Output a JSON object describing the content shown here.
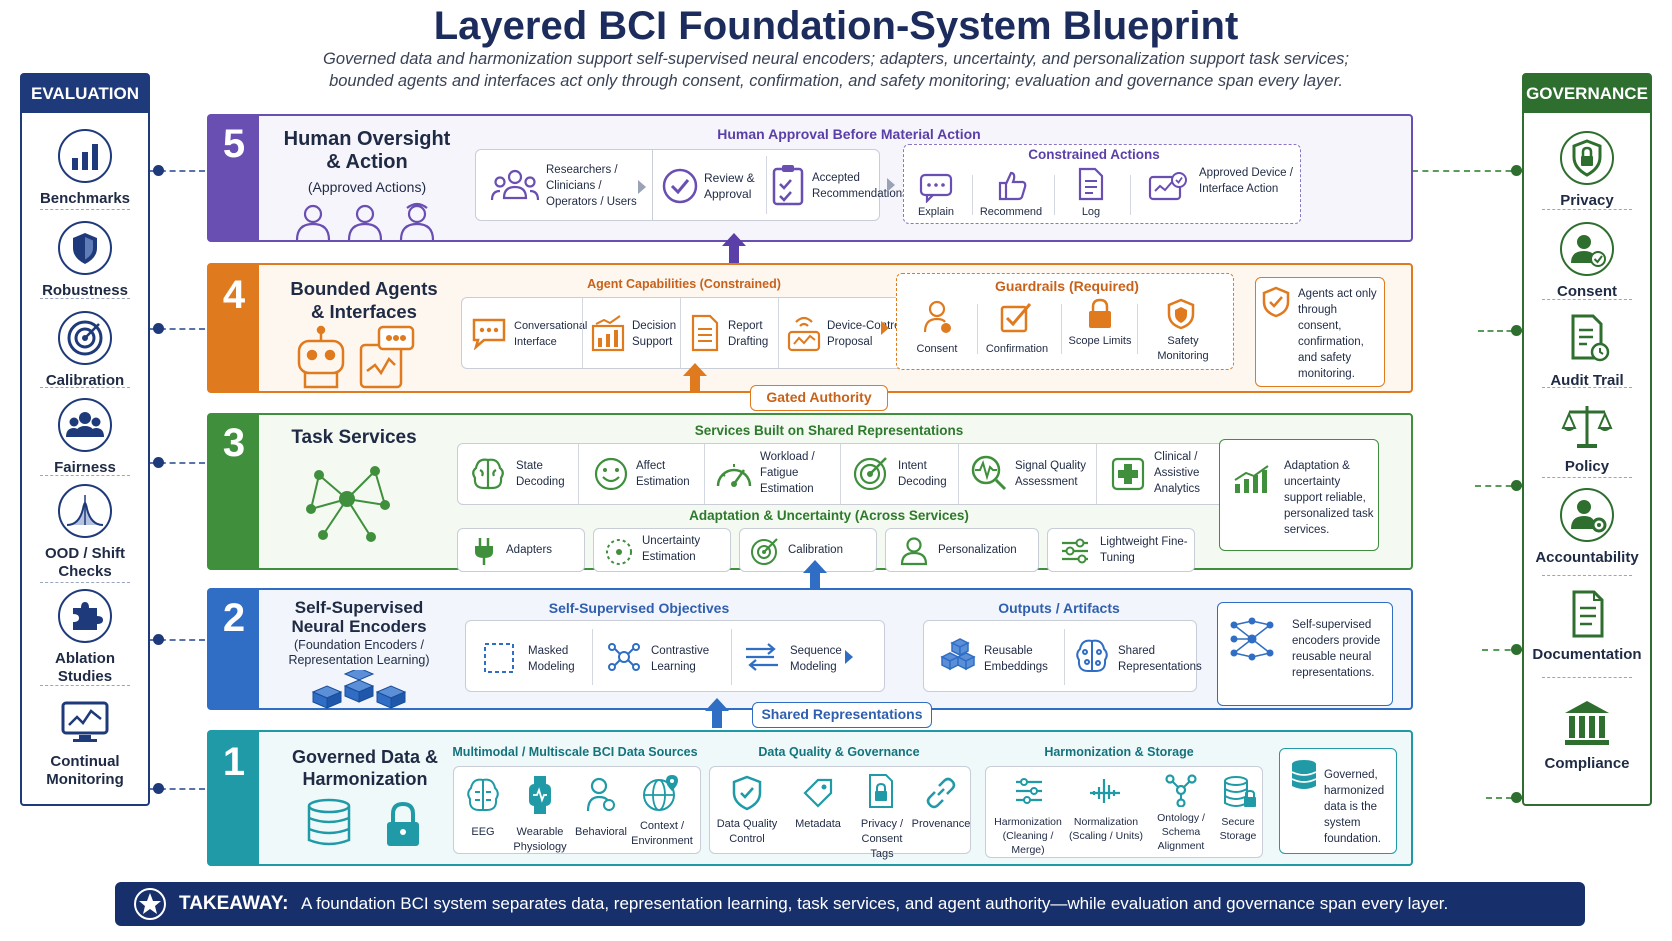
{
  "title": "Layered BCI Foundation-System Blueprint",
  "subtitle_line1": "Governed data and harmonization support self-supervised neural encoders; adapters, uncertainty, and personalization support task services;",
  "subtitle_line2": "bounded agents and interfaces act only through consent, confirmation, and safety monitoring; evaluation and governance span every layer.",
  "colors": {
    "navy": "#1f3a7a",
    "l5": "#6a4fb3",
    "l4": "#e07a1f",
    "l3": "#3f8f3c",
    "l2": "#2f6ec4",
    "l1": "#1f9aa6",
    "gov": "#2e6e2e"
  },
  "evaluation": {
    "header": "EVALUATION",
    "items": [
      "Benchmarks",
      "Robustness",
      "Calibration",
      "Fairness",
      "OOD / Shift Checks",
      "Ablation Studies",
      "Continual Monitoring"
    ]
  },
  "governance": {
    "header": "GOVERNANCE",
    "items": [
      "Privacy",
      "Consent",
      "Audit Trail",
      "Policy",
      "Accountability",
      "Documentation",
      "Compliance"
    ]
  },
  "layer5": {
    "num": "5",
    "title_a": "Human Oversight",
    "title_b": "& Action",
    "subtitle": "(Approved Actions)",
    "section": "Human Approval Before Material Action",
    "users": "Researchers / Clinicians / Operators / Users",
    "review": "Review & Approval",
    "accepted": "Accepted Recommendations",
    "constrained": "Constrained Actions",
    "actions": [
      "Explain",
      "Recommend",
      "Log"
    ],
    "approved": "Approved Device / Interface Action"
  },
  "layer4": {
    "num": "4",
    "title_a": "Bounded Agents",
    "title_b": "& Interfaces",
    "capabilities": "Agent Capabilities (Constrained)",
    "caps": [
      "Conversational Interface",
      "Decision Support",
      "Report Drafting",
      "Device-Control Proposal"
    ],
    "guardrails": "Guardrails (Required)",
    "guards": [
      "Consent",
      "Confirmation",
      "Scope Limits",
      "Safety Monitoring"
    ],
    "note": "Agents act only through consent, confirmation, and safety monitoring.",
    "gate": "Gated Authority"
  },
  "layer3": {
    "num": "3",
    "title": "Task Services",
    "services_head": "Services Built on Shared Representations",
    "services": [
      "State Decoding",
      "Affect Estimation",
      "Workload / Fatigue Estimation",
      "Intent Decoding",
      "Signal Quality Assessment",
      "Clinical / Assistive Analytics"
    ],
    "adapt_head": "Adaptation & Uncertainty (Across Services)",
    "adapt": [
      "Adapters",
      "Uncertainty Estimation",
      "Calibration",
      "Personalization",
      "Lightweight Fine-Tuning"
    ],
    "note": "Adaptation & uncertainty support reliable, personalized task services."
  },
  "layer2": {
    "num": "2",
    "title_a": "Self-Supervised",
    "title_b": "Neural Encoders",
    "subtitle_a": "(Foundation Encoders /",
    "subtitle_b": "Representation Learning)",
    "obj_head": "Self-Supervised Objectives",
    "objectives": [
      "Masked Modeling",
      "Contrastive Learning",
      "Sequence Modeling"
    ],
    "out_head": "Outputs / Artifacts",
    "outputs": [
      "Reusable Embeddings",
      "Shared Representations"
    ],
    "note": "Self-supervised encoders provide reusable neural representations.",
    "gate": "Shared Representations"
  },
  "layer1": {
    "num": "1",
    "title_a": "Governed Data &",
    "title_b": "Harmonization",
    "src_head": "Multimodal / Multiscale BCI Data Sources",
    "sources": [
      "EEG",
      "Wearable Physiology",
      "Behavioral",
      "Context / Environment"
    ],
    "dq_head": "Data Quality & Governance",
    "dq": [
      "Data Quality Control",
      "Metadata",
      "Privacy / Consent Tags",
      "Provenance"
    ],
    "hs_head": "Harmonization & Storage",
    "hs": [
      "Harmonization (Cleaning / Merge)",
      "Normalization (Scaling / Units)",
      "Ontology / Schema Alignment",
      "Secure Storage"
    ],
    "note": "Governed, harmonized data is the system foundation."
  },
  "takeaway": {
    "label": "TAKEAWAY:",
    "text": "A foundation BCI system separates data, representation learning, task services, and agent authority—while evaluation and governance span every layer."
  }
}
